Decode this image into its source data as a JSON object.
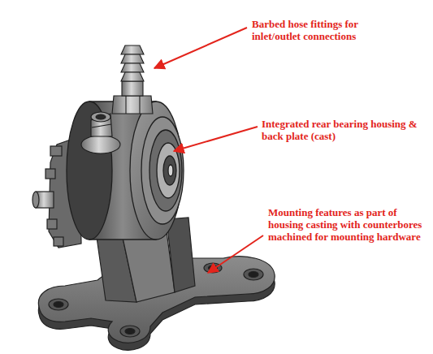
{
  "diagram": {
    "labels": [
      "Barbed hose fittings for inlet/outlet connections",
      "Integrated rear bearing housing & back plate (cast)",
      "Mounting features as part of housing casting with counterbores machined for mounting hardware"
    ]
  }
}
